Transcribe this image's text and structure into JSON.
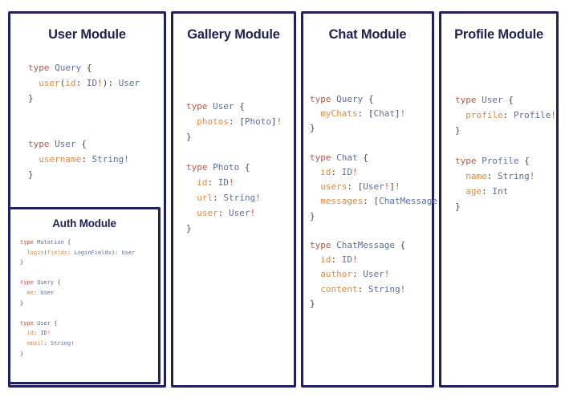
{
  "theme": {
    "background": "#ffffff",
    "panel_border": "#20215c",
    "title_color": "#1f2150",
    "code_default": "#4a4a4a",
    "keyword_color": "#b5564a",
    "typename_color": "#5a6fa0",
    "fieldname_color": "#e08a3c",
    "bang_color": "#d7503c"
  },
  "panels": [
    {
      "id": "user",
      "title": "User Module",
      "schema_lines": [
        "type Query {",
        "  user(id: ID!): User",
        "}",
        "",
        "",
        "type User {",
        "  username: String!",
        "}"
      ],
      "schema_text": "type Query {\n  user(id: ID!): User\n}\n\n\ntype User {\n  username: String!\n}"
    },
    {
      "id": "auth",
      "title": "Auth Module",
      "schema_lines": [
        "type Mutation {",
        "  login(fields: LoginFields): User",
        "}",
        "",
        "type Query {",
        "  me: User",
        "}",
        "",
        "type User {",
        "  id: ID!",
        "  email: String!",
        "}"
      ],
      "schema_text": "type Mutation {\n  login(fields: LoginFields): User\n}\n\ntype Query {\n  me: User\n}\n\ntype User {\n  id: ID!\n  email: String!\n}"
    },
    {
      "id": "gallery",
      "title": "Gallery Module",
      "schema_lines": [
        "type User {",
        "  photos: [Photo]!",
        "}",
        "",
        "type Photo {",
        "  id: ID!",
        "  url: String!",
        "  user: User!",
        "}"
      ],
      "schema_text": "type User {\n  photos: [Photo]!\n}\n\ntype Photo {\n  id: ID!\n  url: String!\n  user: User!\n}"
    },
    {
      "id": "chat",
      "title": "Chat Module",
      "schema_lines": [
        "type Query {",
        "  myChats: [Chat]!",
        "}",
        "",
        "type Chat {",
        "  id: ID!",
        "  users: [User!]!",
        "  messages: [ChatMessage]!",
        "}",
        "",
        "type ChatMessage {",
        "  id: ID!",
        "  author: User!",
        "  content: String!",
        "}"
      ],
      "schema_text": "type Query {\n  myChats: [Chat]!\n}\n\ntype Chat {\n  id: ID!\n  users: [User!]!\n  messages: [ChatMessage]!\n}\n\ntype ChatMessage {\n  id: ID!\n  author: User!\n  content: String!\n}"
    },
    {
      "id": "profile",
      "title": "Profile Module",
      "schema_lines": [
        "type User {",
        "  profile: Profile!",
        "}",
        "",
        "type Profile {",
        "  name: String!",
        "  age: Int",
        "}"
      ],
      "schema_text": "type User {\n  profile: Profile!\n}\n\ntype Profile {\n  name: String!\n  age: Int\n}"
    }
  ]
}
